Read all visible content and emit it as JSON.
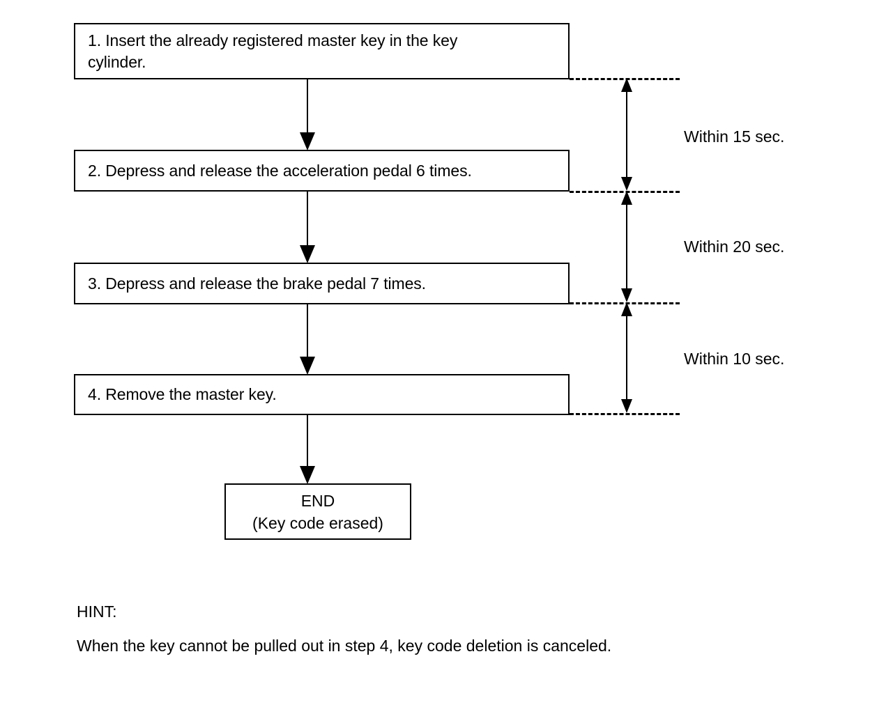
{
  "diagram": {
    "title": "Key code erasure procedure flowchart",
    "steps": [
      {
        "id": "step-1",
        "text": "1. Insert the already registered master key in the key\ncylinder."
      },
      {
        "id": "step-2",
        "text": "2. Depress and release the acceleration pedal 6 times."
      },
      {
        "id": "step-3",
        "text": "3. Depress and release the brake pedal 7 times."
      },
      {
        "id": "step-4",
        "text": "4. Remove the master key."
      }
    ],
    "end_node": {
      "title": "END",
      "subtitle": "(Key code erased)"
    },
    "timing_labels": [
      {
        "id": "dim-label-1",
        "text": "Within 15 sec."
      },
      {
        "id": "dim-label-2",
        "text": "Within 20 sec."
      },
      {
        "id": "dim-label-3",
        "text": "Within 10 sec."
      }
    ],
    "hint": {
      "label": "HINT:",
      "body": "When the key cannot be pulled out in step 4, key code deletion is canceled."
    },
    "colors": {
      "ink": "#000000",
      "paper": "#ffffff"
    }
  }
}
